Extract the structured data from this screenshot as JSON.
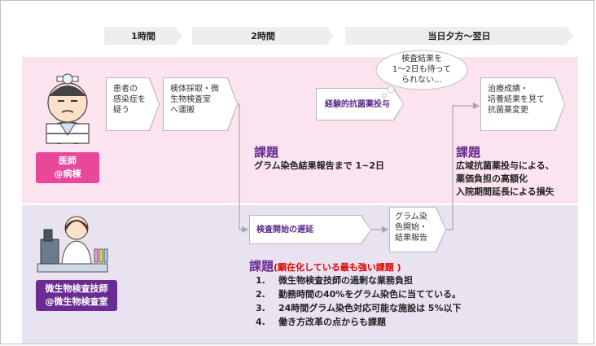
{
  "timeline": [
    {
      "label": "1時間"
    },
    {
      "label": "2時間"
    },
    {
      "label": "当日夕方〜翌日"
    }
  ],
  "doctor": {
    "role_line1": "医師",
    "role_line2": "@病棟",
    "steps": [
      {
        "lines": [
          "患者の",
          "感染症を",
          "疑う"
        ]
      },
      {
        "lines": [
          "検体採取・微",
          "生物検査室",
          "へ運搬"
        ]
      },
      {
        "lines": [
          "経験的抗菌薬投与"
        ]
      },
      {
        "lines": [
          "治療成績・",
          "培養結果を見て",
          "抗菌薬変更"
        ]
      }
    ],
    "thought": {
      "lines": [
        "検査結果を",
        "1〜2日も待って",
        "られない…"
      ]
    },
    "issue_title": "課題",
    "issue_text": "グラム染色結果報告まで 1~2日",
    "issue2_title": "課題",
    "issue2_lines": [
      "広域抗菌薬投与による、",
      "薬価負担の高額化",
      "入院期間延長による損失"
    ]
  },
  "technician": {
    "role_line1": "微生物検査技師",
    "role_line2": "@微生物検査室",
    "delay_label": "検査開始の遅延",
    "report_lines": [
      "グラム染",
      "色開始・",
      "結果報告"
    ],
    "issue_title": "課題",
    "issue_highlight": "(顕在化している最も強い課題 )",
    "issues": [
      {
        "num": "1.",
        "text": "微生物検査技師の過剰な業務負担"
      },
      {
        "num": "2.",
        "text": "勤務時間の40%をグラム染色に当てている。"
      },
      {
        "num": "3.",
        "text": "24時間グラム染色対応可能な施設は 5%以下"
      },
      {
        "num": "4.",
        "text": "働き方改革の点からも課題"
      }
    ]
  }
}
